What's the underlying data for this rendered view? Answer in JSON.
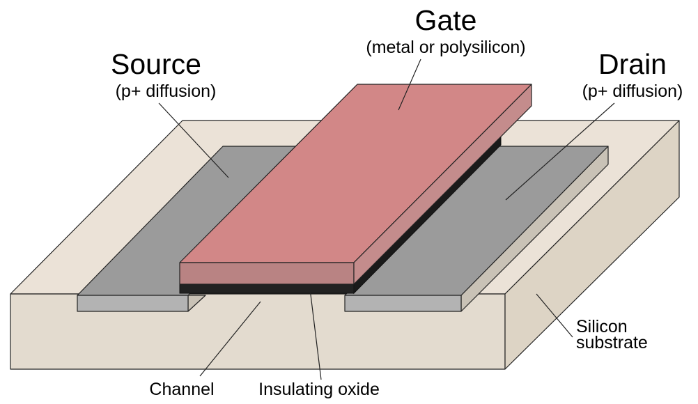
{
  "labels": {
    "gate": {
      "title": "Gate",
      "subtitle": "(metal or polysilicon)"
    },
    "source": {
      "title": "Source",
      "subtitle": "(p+ diffusion)"
    },
    "drain": {
      "title": "Drain",
      "subtitle": "(p+ diffusion)"
    },
    "substrate": {
      "line1": "Silicon",
      "line2": "substrate"
    },
    "channel": "Channel",
    "oxide": "Insulating oxide"
  },
  "colors": {
    "substrate_top": "#ebe2d7",
    "substrate_front": "#e3dbcf",
    "substrate_side": "#ddd4c5",
    "diffusion_top": "#9b9b9b",
    "diffusion_front": "#b3b3b3",
    "diffusion_side": "#c9c2b6",
    "gate_top": "#d28787",
    "gate_front": "#b98383",
    "gate_side": "#c48c8c",
    "oxide": "#222222"
  }
}
